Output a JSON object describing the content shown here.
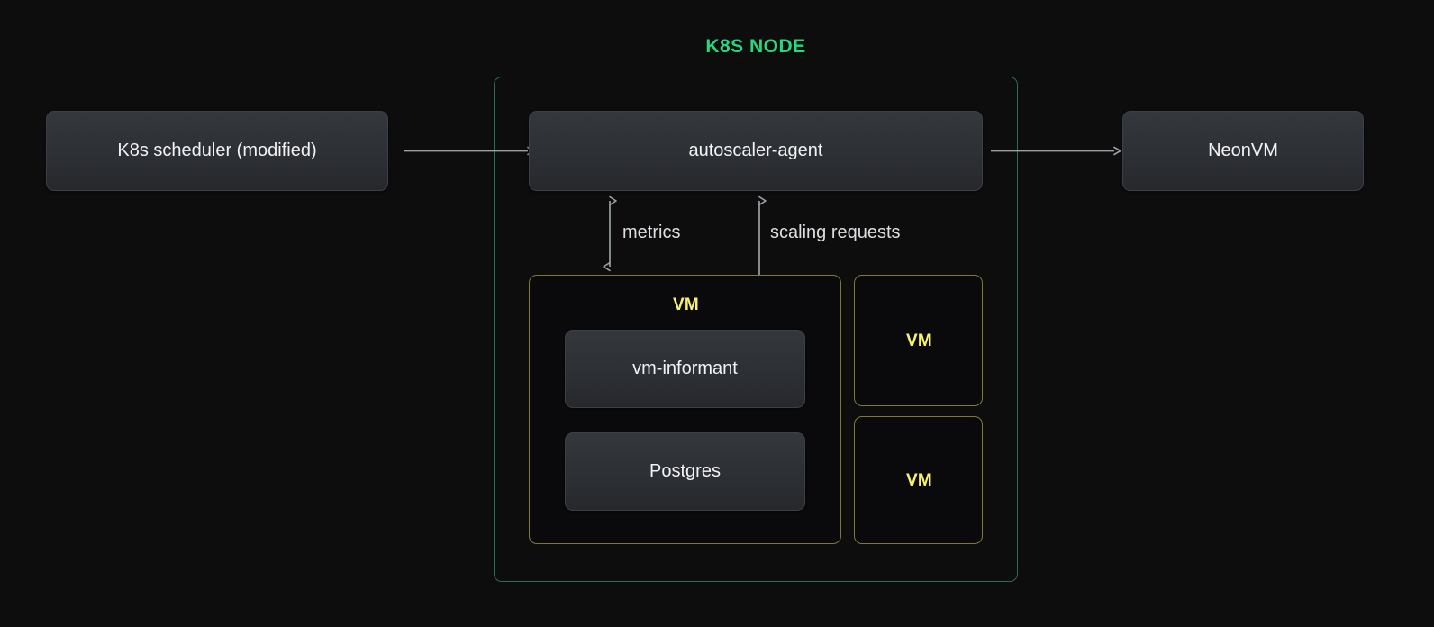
{
  "diagram": {
    "title": "K8S NODE",
    "background_color": "#0d0d0d",
    "title_color": "#25d97f",
    "node_border_color": "#2f6b4e",
    "vm_border_color": "#7e7a33",
    "vm_label_color": "#f7f268",
    "box_text_color": "#f2f3f5",
    "arrow_color": "#9aa0a6"
  },
  "boxes": {
    "scheduler": {
      "label": "K8s scheduler (modified)"
    },
    "agent": {
      "label": "autoscaler-agent"
    },
    "neonvm": {
      "label": "NeonVM"
    },
    "vm_informant": {
      "label": "vm-informant"
    },
    "postgres": {
      "label": "Postgres"
    }
  },
  "vms": [
    {
      "label": "VM",
      "id": "vm-main"
    },
    {
      "label": "VM",
      "id": "vm-two"
    },
    {
      "label": "VM",
      "id": "vm-three"
    }
  ],
  "arrows": {
    "scheduler_link": {
      "label": "",
      "direction": "left"
    },
    "neonvm_link": {
      "label": "",
      "direction": "right"
    },
    "metrics": {
      "label": "metrics",
      "direction": "bidirectional"
    },
    "scaling_requests": {
      "label": "scaling requests",
      "direction": "bidirectional"
    }
  }
}
